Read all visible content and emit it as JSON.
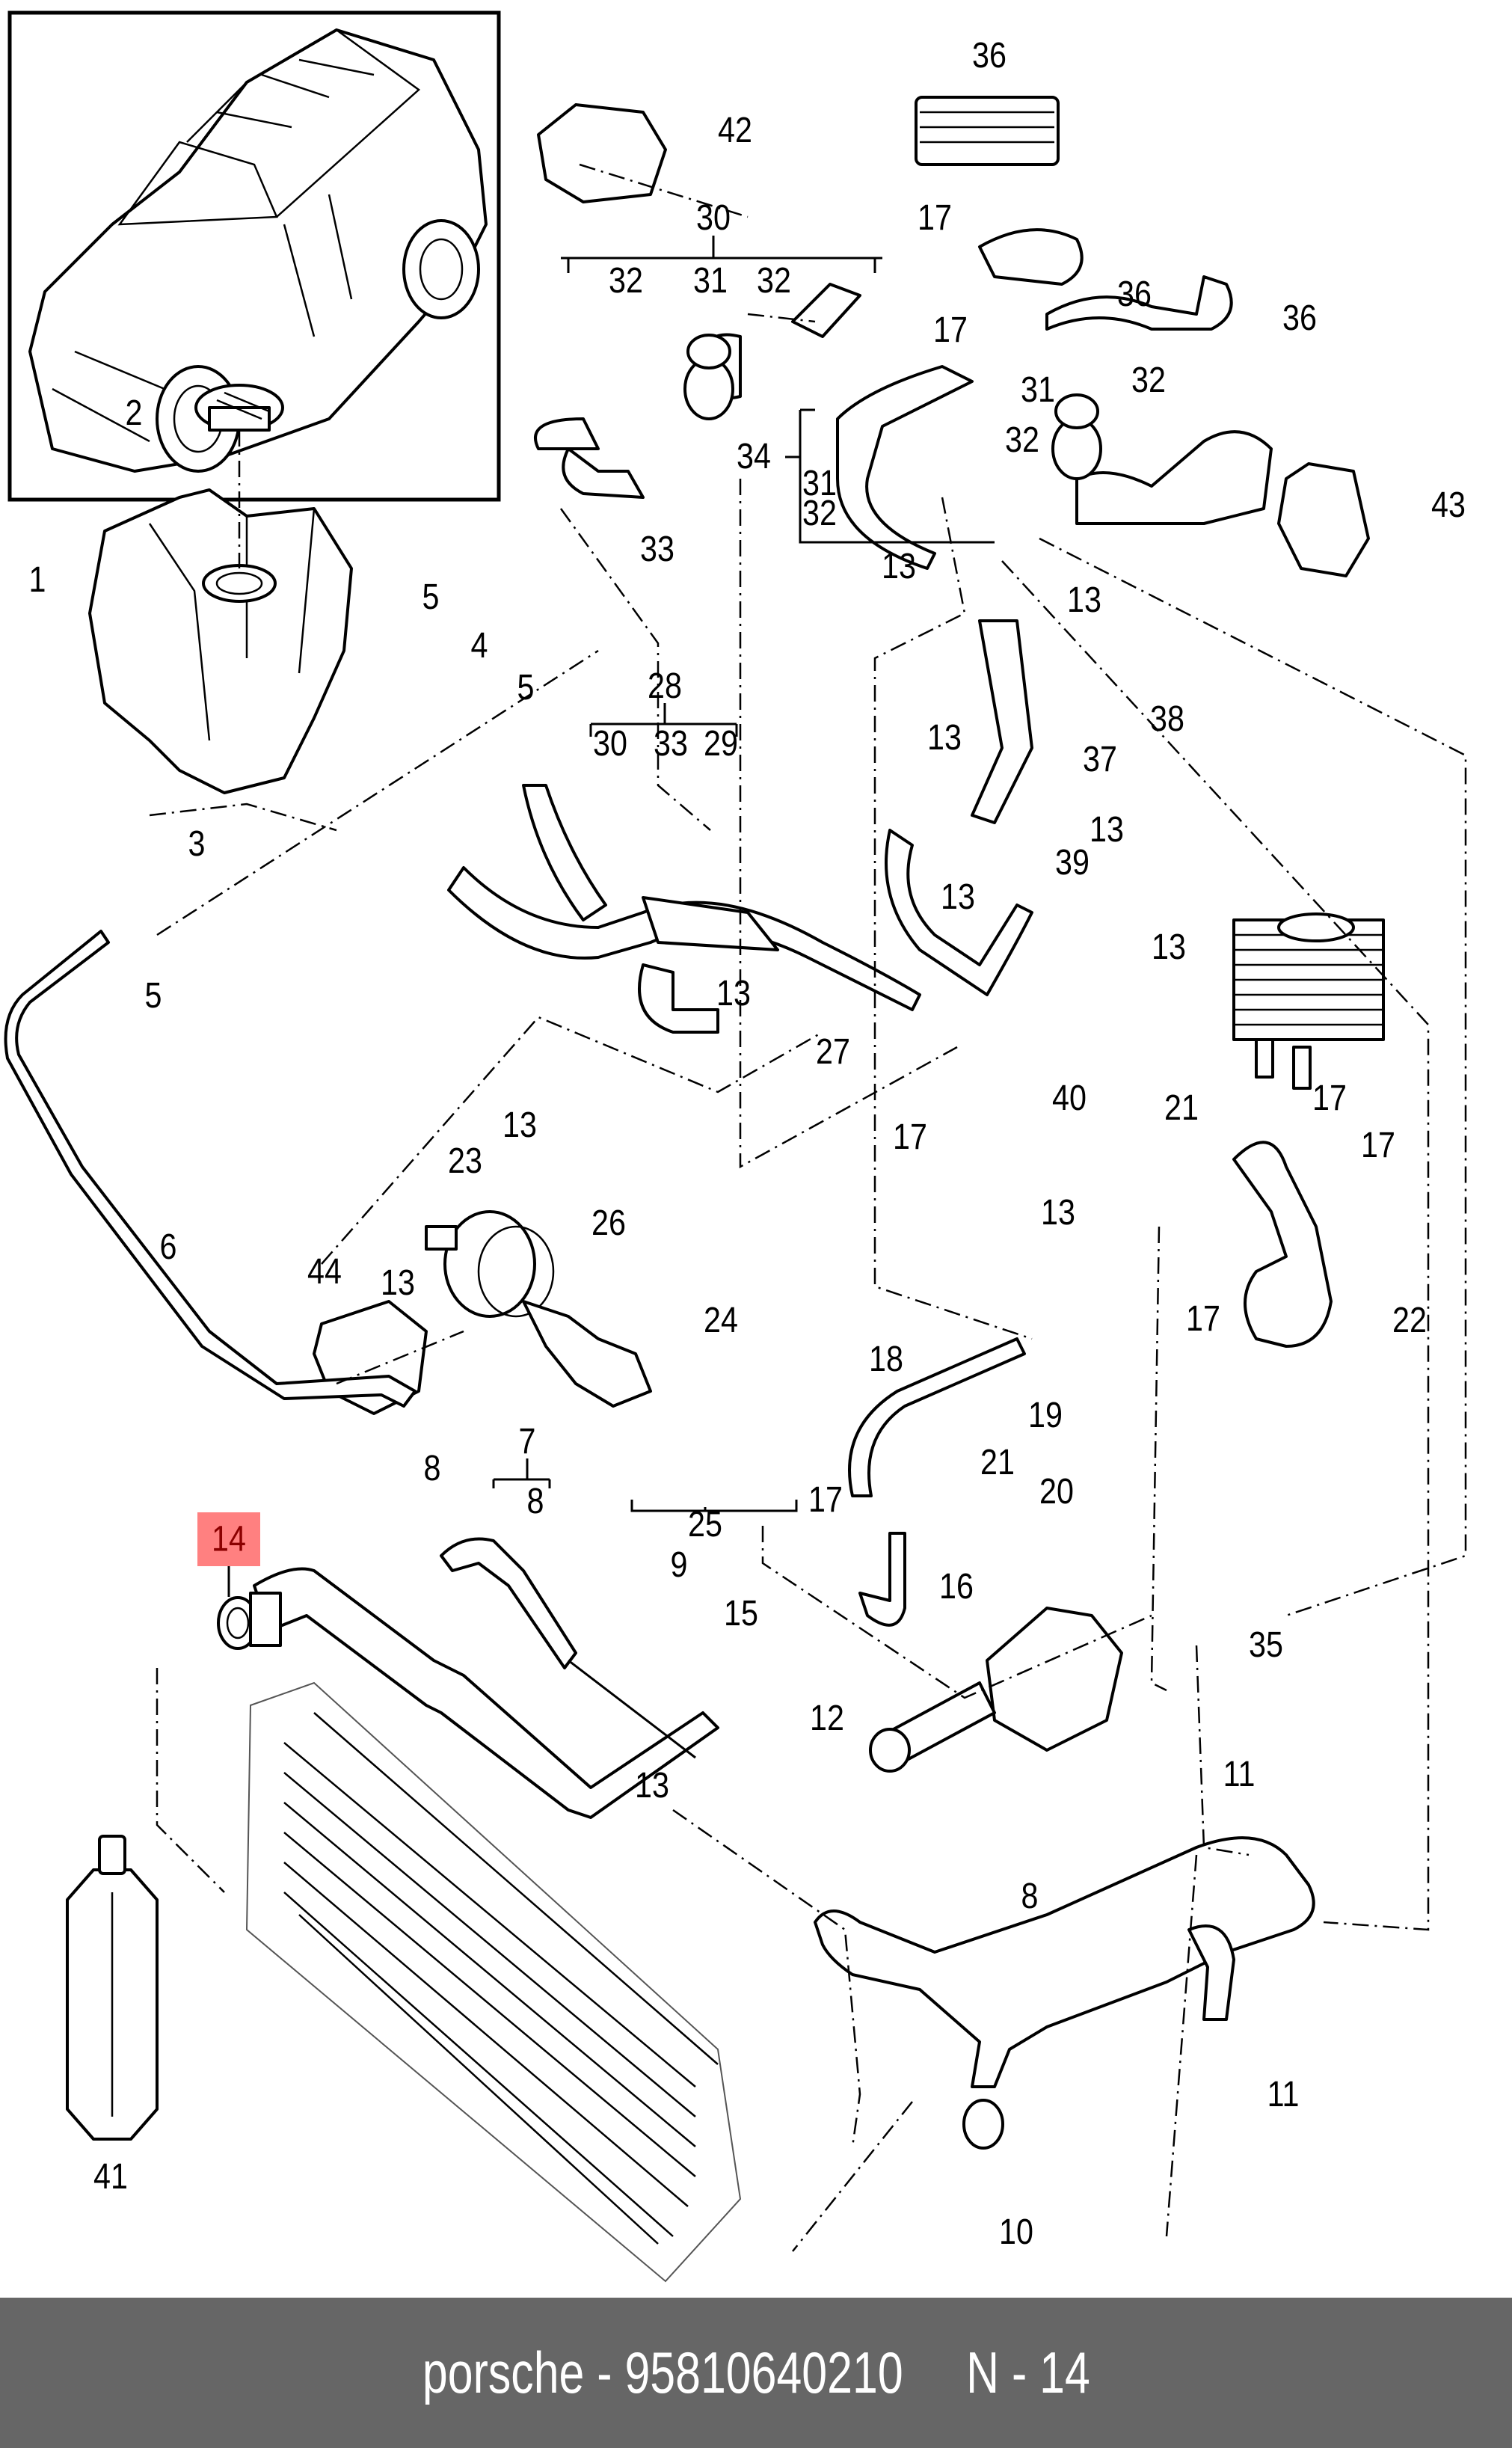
{
  "diagram": {
    "title": "Porsche coolant system exploded parts diagram",
    "highlight_color": "#ff8080",
    "highlight_text_color": "#8b0000",
    "highlighted_part": "14",
    "callouts": {
      "c36a": "36",
      "c42": "42",
      "c30a": "30",
      "c17a": "17",
      "c32a": "32",
      "c31a": "31",
      "c32b": "32",
      "c36b": "36",
      "c17b": "17",
      "c36c": "36",
      "c2": "2",
      "c31b": "31",
      "c32c": "32",
      "c34": "34",
      "c31c": "31",
      "c32d": "32",
      "c32e": "32",
      "c33a": "33",
      "c43": "43",
      "c1": "1",
      "c13a": "13",
      "c5a": "5",
      "c13b": "13",
      "c4": "4",
      "c5b": "5",
      "c28": "28",
      "c30b": "30",
      "c33b": "33",
      "c29": "29",
      "c38": "38",
      "c13c": "13",
      "c37": "37",
      "c3": "3",
      "c13d": "13",
      "c39": "39",
      "c13e": "13",
      "c13f": "13",
      "c5c": "5",
      "c27": "27",
      "c13g": "13",
      "c40": "40",
      "c21a": "21",
      "c17c": "17",
      "c17d": "17",
      "c23": "23",
      "c13h": "13",
      "c17e": "17",
      "c13i": "13",
      "c26": "26",
      "c6": "6",
      "c44": "44",
      "c13j": "13",
      "c24": "24",
      "c17f": "17",
      "c22": "22",
      "c18": "18",
      "c19": "19",
      "c8a": "8",
      "c7": "7",
      "c8b": "8",
      "c25": "25",
      "c21b": "21",
      "c20": "20",
      "c17g": "17",
      "c14": "14",
      "c16": "16",
      "c9": "9",
      "c15": "15",
      "c35": "35",
      "c12": "12",
      "c11a": "11",
      "c13k": "13",
      "c8c": "8",
      "c11b": "11",
      "c41": "41",
      "c10": "10"
    }
  },
  "footer": {
    "brand": "porsche",
    "separator": " - ",
    "part_number": "95810640210",
    "position_label": "N - 14",
    "background_color": "#666666"
  }
}
